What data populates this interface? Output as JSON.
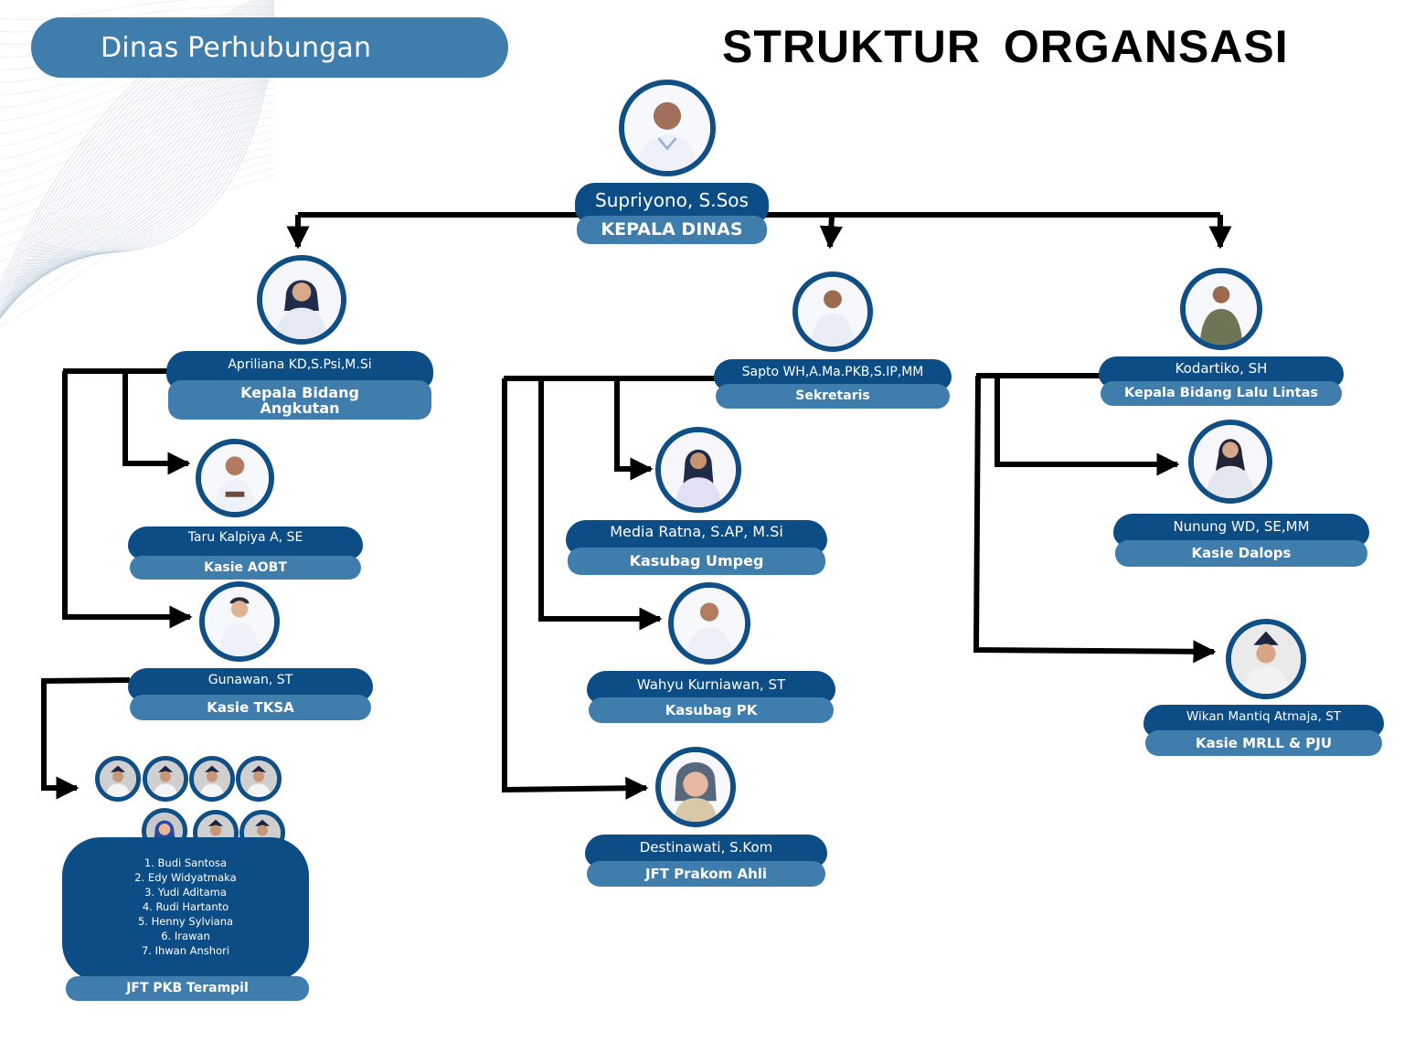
{
  "header": {
    "organization": "Dinas Perhubungan",
    "title": "STRUKTUR  ORGANSASI"
  },
  "colors": {
    "name_band": "#0c4d85",
    "role_band": "#3f7dac",
    "avatar_ring": "#0f4f86",
    "connector": "#000000",
    "header_pill": "#3f7dac"
  },
  "head": {
    "name": "Supriyono, S.Sos",
    "role": "KEPALA DINAS"
  },
  "divisions": [
    {
      "name": "Apriliana KD,S.Psi,M.Si",
      "role": "Kepala Bidang Angkutan",
      "staff": [
        {
          "name": "Taru Kalpiya A, SE",
          "role": "Kasie AOBT"
        },
        {
          "name": "Gunawan, ST",
          "role": "Kasie TKSA"
        }
      ],
      "team": {
        "role": "JFT PKB Terampil",
        "members": [
          "1. Budi Santosa",
          "2. Edy Widyatmaka",
          "3. Yudi Aditama",
          "4. Rudi Hartanto",
          "5. Henny Sylviana",
          "6. Irawan",
          "7. Ihwan Anshori"
        ]
      }
    },
    {
      "name": "Sapto WH,A.Ma.PKB,S.IP,MM",
      "role": "Sekretaris",
      "staff": [
        {
          "name": "Media Ratna, S.AP, M.Si",
          "role": "Kasubag Umpeg"
        },
        {
          "name": "Wahyu Kurniawan, ST",
          "role": "Kasubag PK"
        },
        {
          "name": "Destinawati, S.Kom",
          "role": "JFT Prakom Ahli"
        }
      ]
    },
    {
      "name": "Kodartiko, SH",
      "role": "Kepala Bidang Lalu Lintas",
      "staff": [
        {
          "name": "Nunung WD, SE,MM",
          "role": "Kasie Dalops"
        },
        {
          "name": "Wikan Mantiq Atmaja, ST",
          "role": "Kasie MRLL & PJU"
        }
      ]
    }
  ]
}
